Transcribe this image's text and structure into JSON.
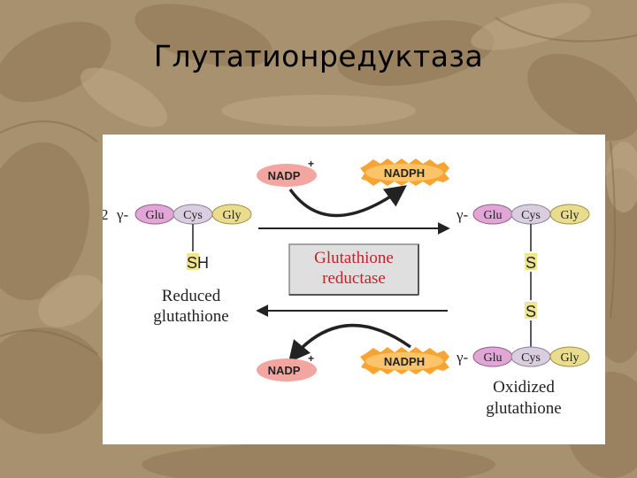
{
  "slide": {
    "title": "Глутатионредуктаза"
  },
  "diagram": {
    "enzyme": {
      "line1": "Glutathione",
      "line2": "reductase"
    },
    "top": {
      "nadp": "NADP",
      "nadp_sup": "+",
      "nadph": "NADPH"
    },
    "bottom": {
      "nadp": "NADP",
      "nadp_sup": "+",
      "nadph": "NADPH"
    },
    "reduced": {
      "coefficient": "2",
      "gamma": "γ-",
      "glu": "Glu",
      "cys": "Cys",
      "gly": "Gly",
      "sh": "SH",
      "label_line1": "Reduced",
      "label_line2": "glutathione"
    },
    "oxidized": {
      "gamma_top": "γ-",
      "glu_top": "Glu",
      "cys_top": "Cys",
      "gly_top": "Gly",
      "s_top": "S",
      "s_bottom": "S",
      "gamma_bottom": "γ-",
      "glu_bottom": "Glu",
      "cys_bottom": "Cys",
      "gly_bottom": "Gly",
      "label_line1": "Oxidized",
      "label_line2": "glutathione"
    },
    "colors": {
      "glu": "#e2a6d6",
      "cys": "#d9cde0",
      "gly": "#eadc8e",
      "nadp_fill": "#f3a6a0",
      "nadph_fill": "#f7a430",
      "enzyme_red": "#c8202a",
      "sh_fill": "#f2e68c"
    }
  }
}
